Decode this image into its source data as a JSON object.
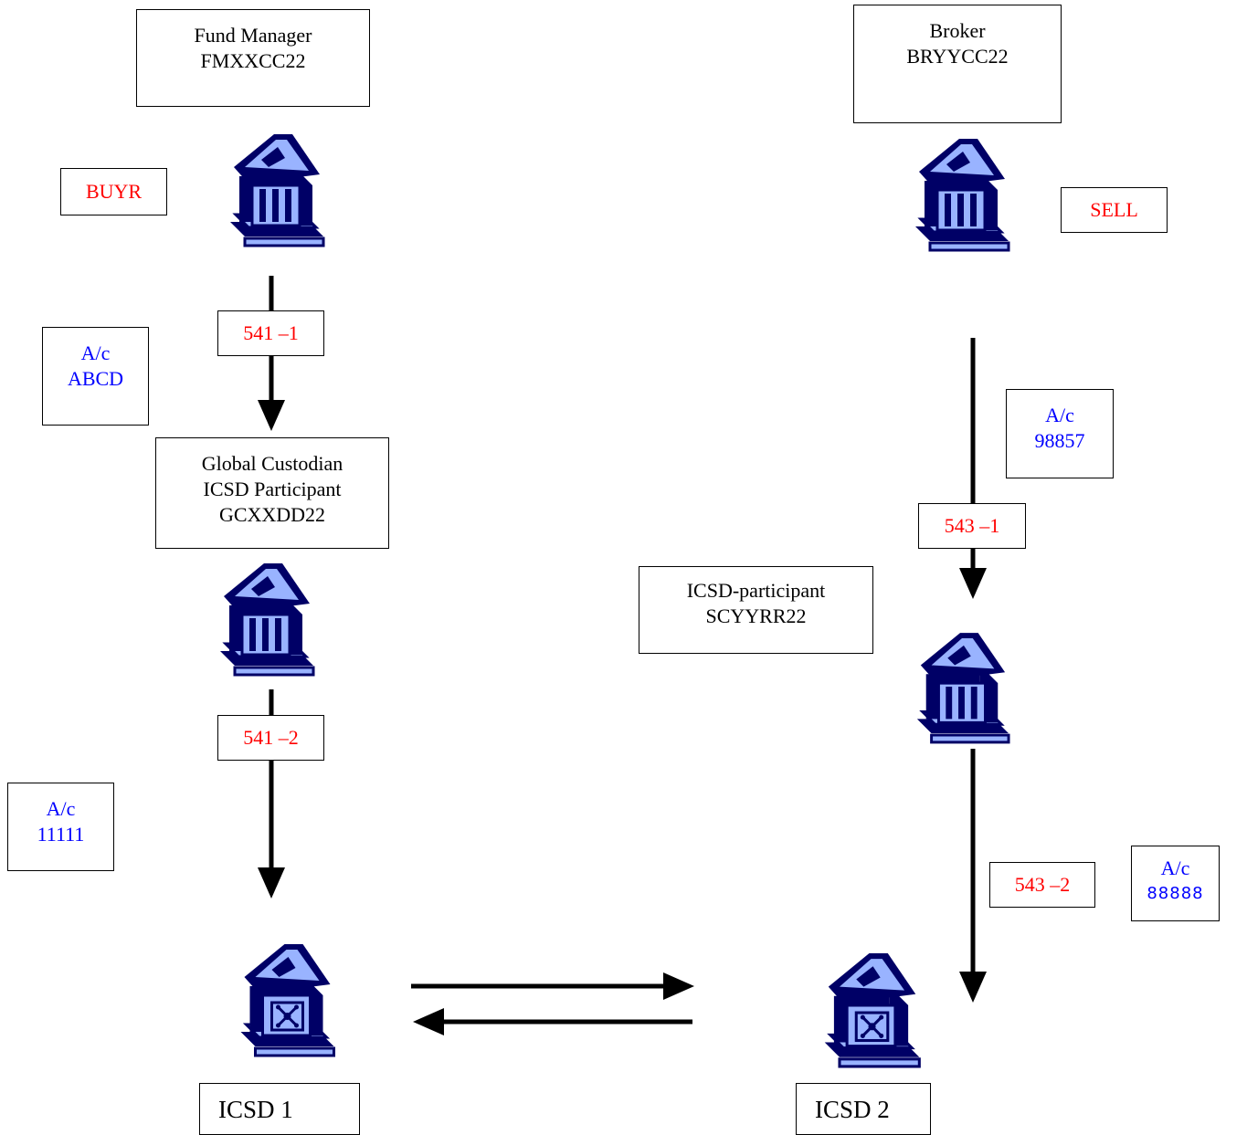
{
  "fund_manager": {
    "name": "Fund Manager",
    "bic": "FMXXCC22"
  },
  "broker": {
    "name": "Broker",
    "bic": "BRYYCC22"
  },
  "global_custodian": {
    "line1": "Global Custodian",
    "line2": "ICSD Participant",
    "bic": "GCXXDD22"
  },
  "icsd_participant": {
    "name": "ICSD-participant",
    "bic": "SCYYRR22"
  },
  "roles": {
    "buyer": "BUYR",
    "seller": "SELL"
  },
  "messages": {
    "m541_1": "541 –1",
    "m541_2": "541 –2",
    "m543_1": "543 –1",
    "m543_2": "543 –2"
  },
  "accounts": {
    "abcd": {
      "label": "A/c",
      "number": "ABCD"
    },
    "a11111": {
      "label": "A/c",
      "number": "11111"
    },
    "a98857": {
      "label": "A/c",
      "number": "98857"
    },
    "a88888": {
      "label": "A/c",
      "number": "88888"
    }
  },
  "icsd": {
    "one": "ICSD 1",
    "two": "ICSD 2"
  },
  "icons": [
    "bank-building-icon",
    "bank-building-icon",
    "bank-building-icon",
    "bank-building-icon",
    "vault-building-icon",
    "vault-building-icon"
  ],
  "colors": {
    "message_text": "#ff0000",
    "account_text": "#0000ff",
    "icon_dark": "#000066",
    "icon_light": "#99b3ff"
  }
}
